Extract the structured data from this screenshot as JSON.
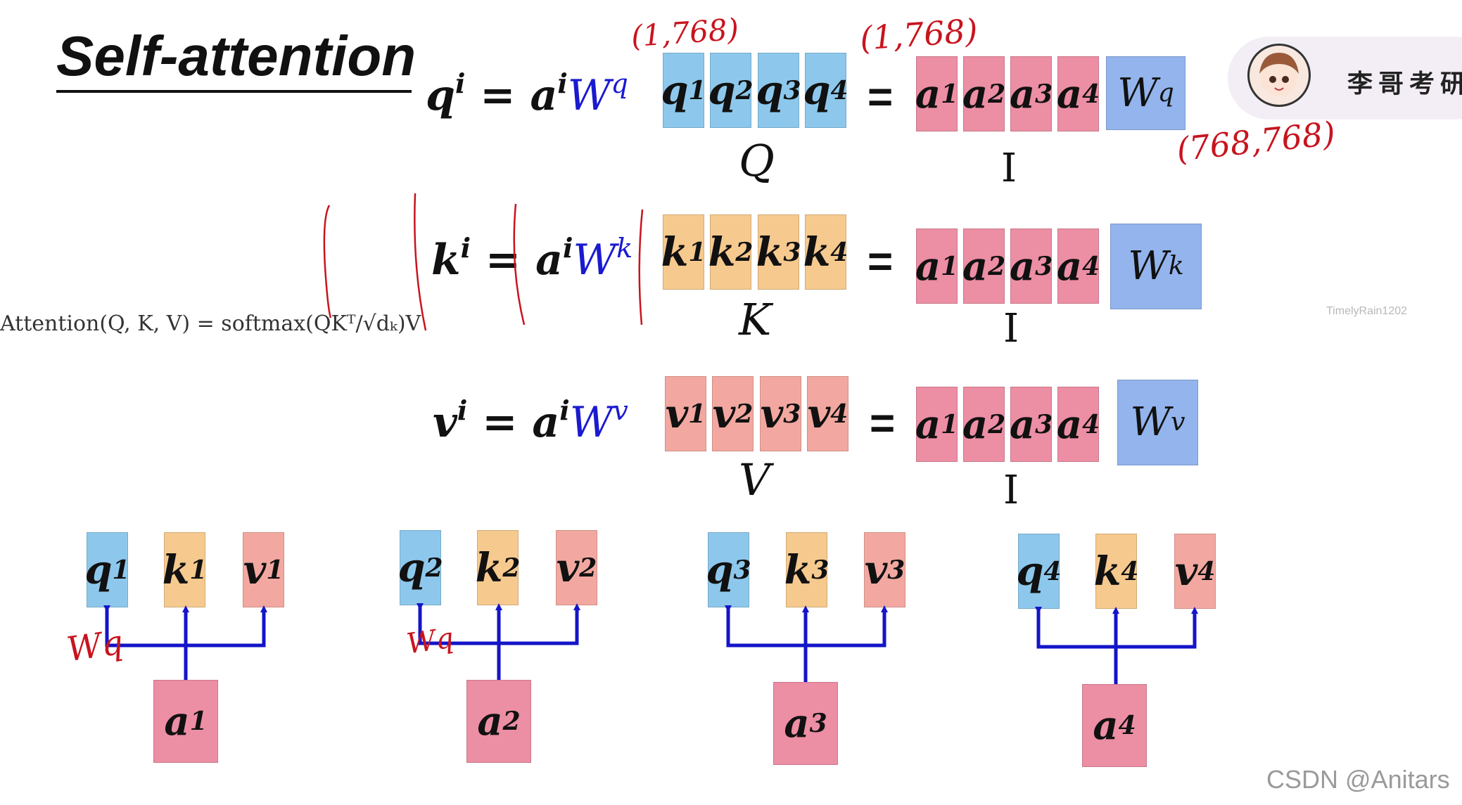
{
  "title": "Self-attention",
  "formula": "Attention(Q, K, V) = softmax(QKᵀ/√dₖ)V",
  "rows": [
    {
      "lhs_var": "q",
      "lhs_sup": "i",
      "rhs_var": "a",
      "rhs_sup": "i",
      "w_base": "W",
      "w_sup": "q",
      "result_label": "Q",
      "input_label": "I"
    },
    {
      "lhs_var": "k",
      "lhs_sup": "i",
      "rhs_var": "a",
      "rhs_sup": "i",
      "w_base": "W",
      "w_sup": "k",
      "result_label": "K",
      "input_label": "I"
    },
    {
      "lhs_var": "v",
      "lhs_sup": "i",
      "rhs_var": "a",
      "rhs_sup": "i",
      "w_base": "W",
      "w_sup": "v",
      "result_label": "V",
      "input_label": "I"
    }
  ],
  "equals": "=",
  "column_sups": [
    "1",
    "2",
    "3",
    "4"
  ],
  "matrix_vars": [
    "q",
    "k",
    "v",
    "a"
  ],
  "groups": [
    {
      "q": "q",
      "k": "k",
      "v": "v",
      "a": "a",
      "sup": "1"
    },
    {
      "q": "q",
      "k": "k",
      "v": "v",
      "a": "a",
      "sup": "2"
    },
    {
      "q": "q",
      "k": "k",
      "v": "v",
      "a": "a",
      "sup": "3"
    },
    {
      "q": "q",
      "k": "k",
      "v": "v",
      "a": "a",
      "sup": "4"
    }
  ],
  "handwritten": {
    "q_dims": "(1,768)",
    "a_dims": "(1,768)",
    "w_dims": "(768,768)",
    "wq_1": "Wq",
    "wq_2": "Wq"
  },
  "badge": {
    "text": "李哥考研"
  },
  "watermarks": {
    "small": "TimelyRain1202",
    "csdn": "CSDN @Anitars"
  },
  "colors": {
    "query": "#8dc8ec",
    "key": "#f6c98e",
    "value": "#f2a8a0",
    "input": "#ec8ea4",
    "weight": "#93b4ec",
    "arrow": "#1414c8",
    "ink": "#c8141e"
  }
}
